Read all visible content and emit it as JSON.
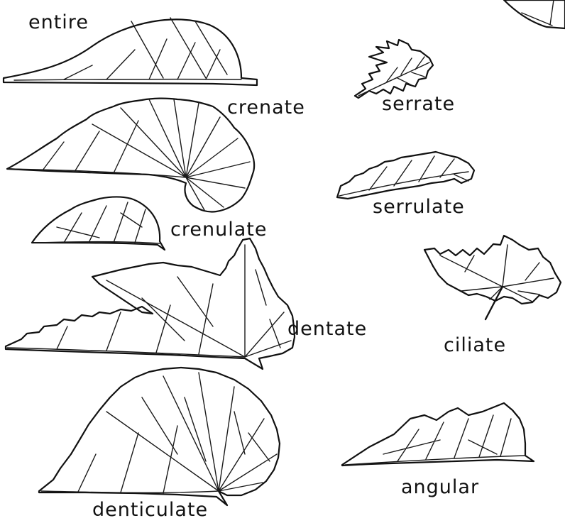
{
  "labels": {
    "entire": "entire",
    "crenate": "crenate",
    "serrate": "serrate",
    "crenulate": "crenulate",
    "serrulate": "serrulate",
    "dentate": "dentate",
    "ciliate": "ciliate",
    "denticulate": "denticulate",
    "angular": "angular"
  },
  "colors": {
    "ink": "#111111",
    "paper": "#ffffff"
  }
}
